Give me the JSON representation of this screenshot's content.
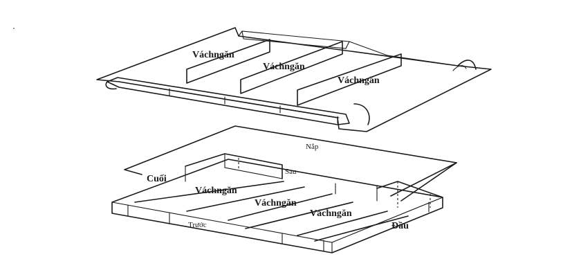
{
  "labels": {
    "top_partition_1": "Váchngăn",
    "top_partition_2": "Váchngăn",
    "top_partition_3": "Váchngăn",
    "lid": "Nắp",
    "back": "Sau",
    "end": "Cuối",
    "front": "Trước",
    "head": "Đầu",
    "bottom_partition_1": "Váchngăn",
    "bottom_partition_2": "Váchngăn",
    "bottom_partition_3": "Váchngăn"
  }
}
